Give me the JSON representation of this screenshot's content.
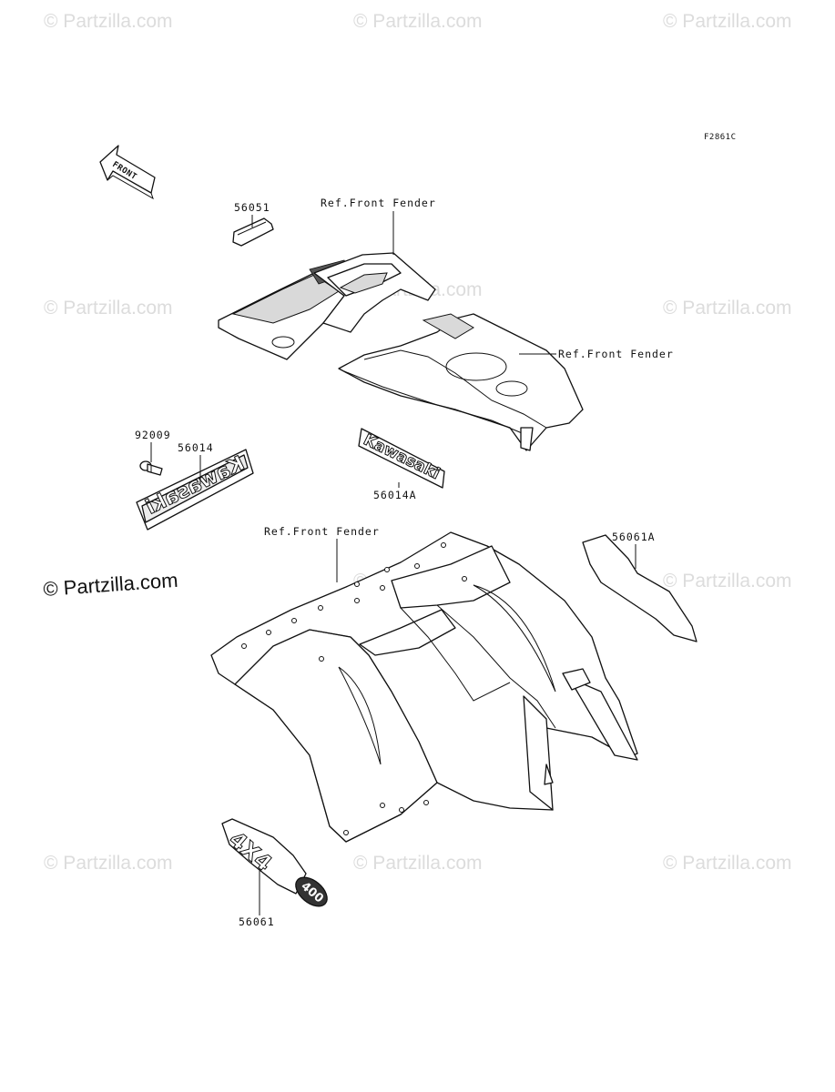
{
  "diagram_id": "F2861C",
  "front_arrow_label": "FRONT",
  "watermark": "© Partzilla.com",
  "watermark_main": "© Partzilla.com",
  "callouts": {
    "ref_fender_top": "Ref.Front Fender",
    "ref_fender_right": "Ref.Front Fender",
    "ref_fender_rear": "Ref.Front Fender",
    "p56051": "56051",
    "p92009": "92009",
    "p56014": "56014",
    "p56014A": "56014A",
    "p56061A": "56061A",
    "p56061": "56061"
  },
  "decals": {
    "kawasaki_mirror": "Kawasaki",
    "kawasaki": "Kawasaki",
    "four_x_four": "4X4",
    "four_hundred": "400"
  }
}
